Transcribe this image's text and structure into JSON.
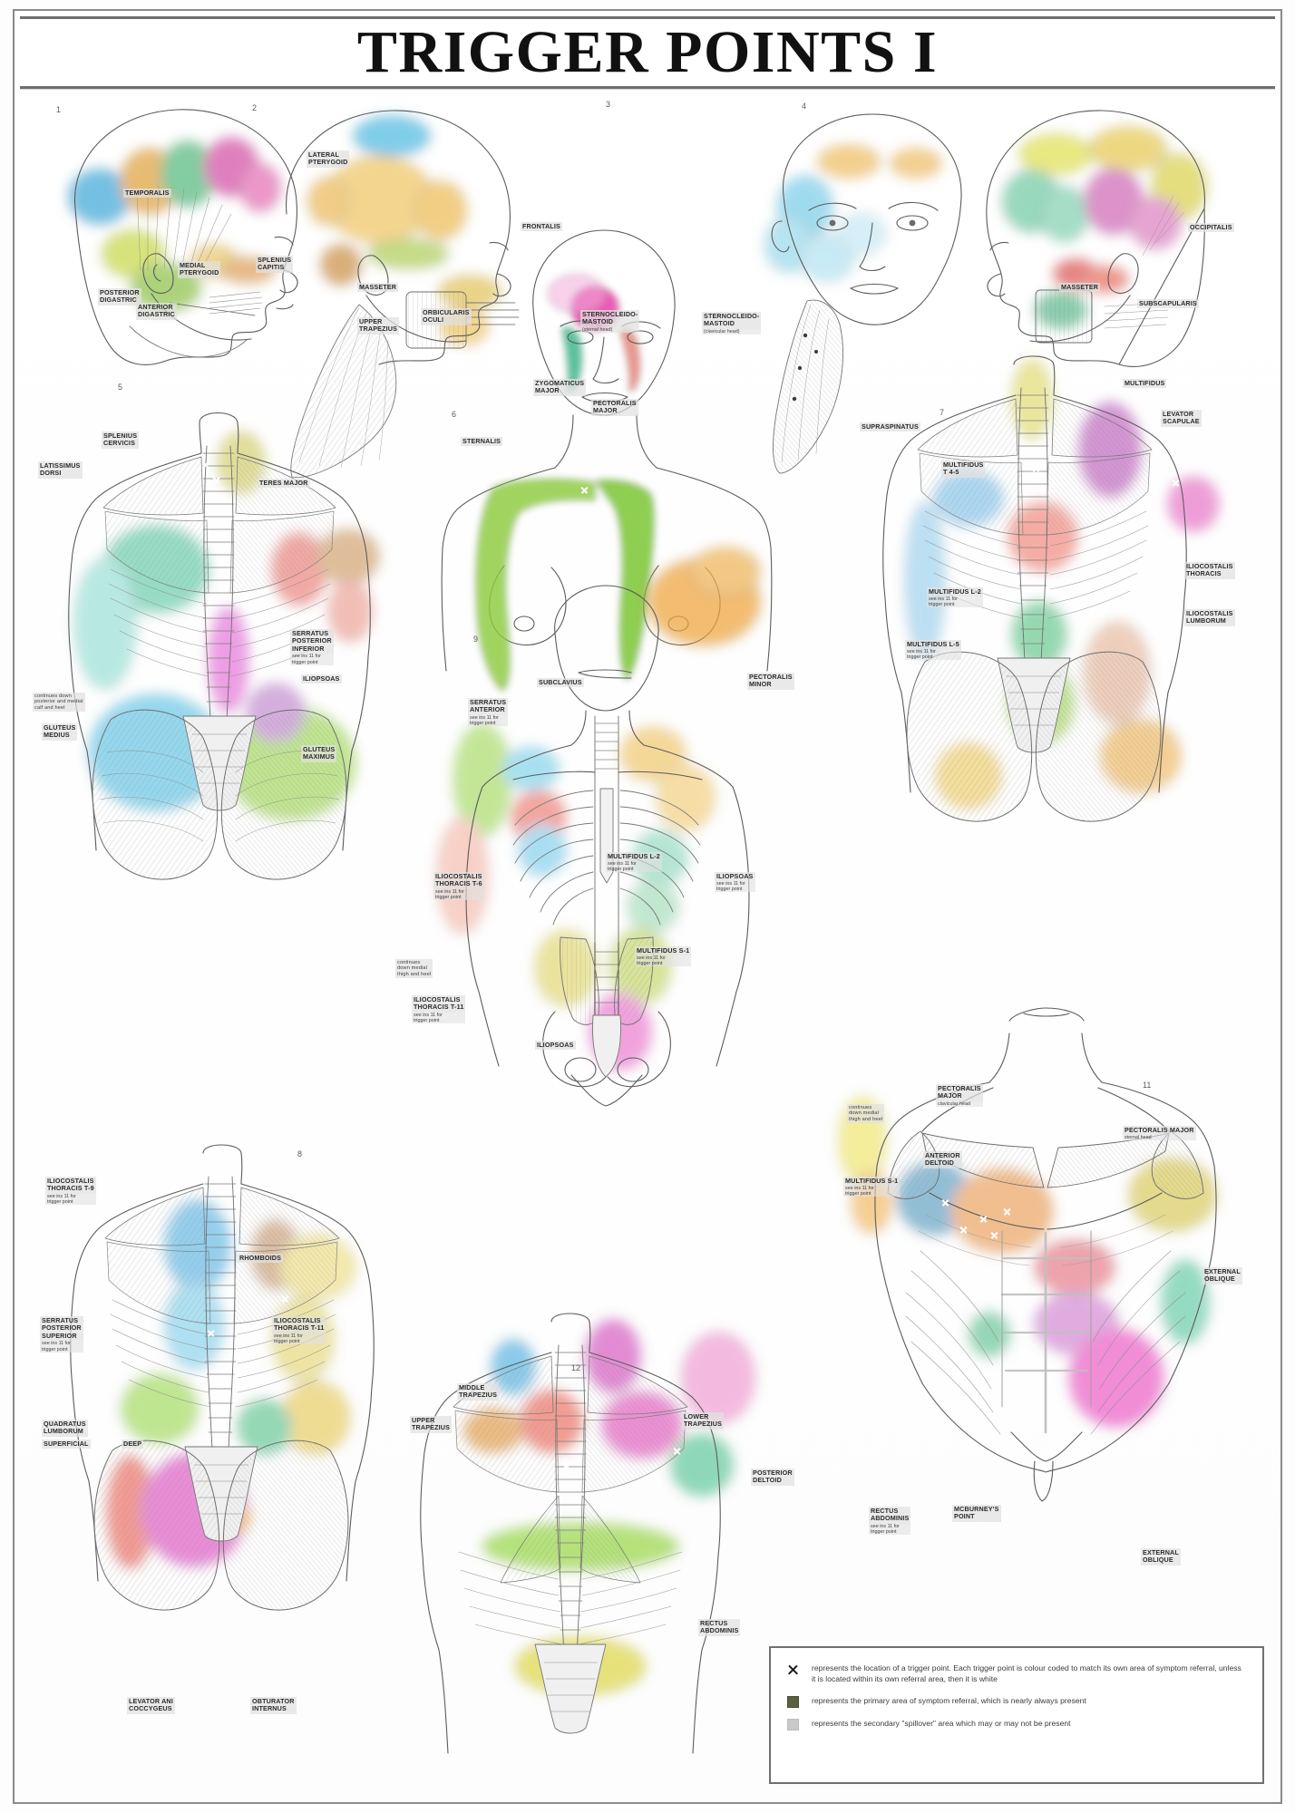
{
  "poster": {
    "title": "TRIGGER POINTS I"
  },
  "legend": {
    "rows": [
      {
        "symbol": "x-mark",
        "text": "represents the location of a trigger point. Each trigger point is colour coded to match its own area of symptom referral, unless it is located within its own referral area, then it is white"
      },
      {
        "symbol": "dark-square",
        "text": "represents the primary area of symptom referral, which is nearly always present"
      },
      {
        "symbol": "light-square",
        "text": "represents the secondary \"spillover\" area which may or may not be present"
      }
    ]
  },
  "panels": [
    {
      "number": "1",
      "title": "lateral-head-temporalis",
      "labels": [
        {
          "text": "TEMPORALIS"
        },
        {
          "text": "MEDIAL\nPTERYGOID"
        },
        {
          "text": "POSTERIOR\nDIGASTRIC"
        },
        {
          "text": "ANTERIOR\nDIGASTRIC"
        }
      ]
    },
    {
      "number": "2",
      "title": "lateral-head-pterygoid",
      "labels": [
        {
          "text": "LATERAL\nPTERYGOID"
        },
        {
          "text": "SPLENIUS\nCAPITIS"
        },
        {
          "text": "MASSETER"
        },
        {
          "text": "UPPER\nTRAPEZIUS"
        }
      ]
    },
    {
      "number": "3",
      "title": "anterior-face-sternocleidomastoid",
      "labels": [
        {
          "text": "STERNOCLEIDO-\nMASTOID",
          "note": "(sternal head)"
        },
        {
          "text": "STERNOCLEIDO-\nMASTOID",
          "note": "(clavicular head)"
        }
      ]
    },
    {
      "number": "4",
      "title": "lateral-head-occipitalis",
      "labels": [
        {
          "text": "OCCIPITALIS"
        },
        {
          "text": "MASSETER"
        },
        {
          "text": "SUBSCAPULARIS"
        }
      ]
    },
    {
      "number": "5",
      "title": "posterior-trunk-upper",
      "labels": [
        {
          "text": "SPLENIUS\nCERVICIS"
        },
        {
          "text": "LATISSIMUS\nDORSI"
        },
        {
          "text": "TERES MAJOR"
        },
        {
          "text": "SERRATUS\nPOSTERIOR\nINFERIOR",
          "note": "see ins 11 for\ntrigger point"
        },
        {
          "text": "ILIOPSOAS"
        },
        {
          "text": "GLUTEUS\nMEDIUS"
        },
        {
          "text": "GLUTEUS\nMAXIMUS"
        },
        {
          "text": "continues down\nposterior and medial\ncalf and heel"
        }
      ]
    },
    {
      "number": "6",
      "title": "anterior-chest-female",
      "labels": [
        {
          "text": "FRONTALIS"
        },
        {
          "text": "ORBICULARIS\nOCULI"
        },
        {
          "text": "ZYGOMATICUS\nMAJOR"
        },
        {
          "text": "STERNALIS"
        },
        {
          "text": "PECTORALIS\nMAJOR"
        }
      ]
    },
    {
      "number": "7",
      "title": "posterior-trunk-right",
      "labels": [
        {
          "text": "MULTIFIDUS"
        },
        {
          "text": "LEVATOR\nSCAPULAE"
        },
        {
          "text": "SUPRASPINATUS"
        },
        {
          "text": "MULTIFIDUS\nT 4-5"
        },
        {
          "text": "ILIOCOSTALIS\nTHORACIS"
        },
        {
          "text": "ILIOCOSTALIS\nLUMBORUM"
        },
        {
          "text": "MULTIFIDUS L-2",
          "note": "see ins 11 for\ntrigger point"
        },
        {
          "text": "MULTIFIDUS L-5",
          "note": "see ins 11 for\ntrigger point"
        }
      ]
    },
    {
      "number": "9",
      "title": "anterior-skeleton",
      "labels": [
        {
          "text": "SUBCLAVIUS"
        },
        {
          "text": "PECTORALIS\nMINOR"
        },
        {
          "text": "SERRATUS\nANTERIOR",
          "note": "see ins 11 for\ntrigger point"
        },
        {
          "text": "MULTIFIDUS L-2",
          "note": "see ins 11 for\ntrigger point"
        },
        {
          "text": "ILIOPSOAS",
          "note": "see ins 11 for\ntrigger point"
        },
        {
          "text": "ILIOCOSTALIS\nTHORACIS T-6",
          "note": "see ins 11 for\ntrigger point"
        },
        {
          "text": "ILIOCOSTALIS\nTHORACIS T-11",
          "note": "see ins 11 for\ntrigger point"
        },
        {
          "text": "MULTIFIDUS S-1",
          "note": "see ins 11 for\ntrigger point"
        },
        {
          "text": "ILIOPSOAS"
        },
        {
          "text": "continues\ndown medial\nthigh and heel"
        }
      ]
    },
    {
      "number": "8",
      "title": "posterior-trunk-lower-left",
      "labels": [
        {
          "text": "ILIOCOSTALIS\nTHORACIS T-9",
          "note": "see ins 11 for\ntrigger point"
        },
        {
          "text": "RHOMBOIDS"
        },
        {
          "text": "SERRATUS\nPOSTERIOR\nSUPERIOR",
          "note": "see ins 11 for\ntrigger point"
        },
        {
          "text": "ILIOCOSTALIS\nTHORACIS T-11",
          "note": "see ins 11 for\ntrigger point"
        },
        {
          "text": "QUADRATUS\nLUMBORUM"
        },
        {
          "text": "SUPERFICIAL"
        },
        {
          "text": "DEEP"
        },
        {
          "text": "LEVATOR ANI\nCOCCYGEUS"
        },
        {
          "text": "OBTURATOR\nINTERNUS"
        }
      ]
    },
    {
      "number": "12",
      "title": "posterior-trunk-trapezius",
      "labels": [
        {
          "text": "MIDDLE\nTRAPEZIUS"
        },
        {
          "text": "UPPER\nTRAPEZIUS"
        },
        {
          "text": "LOWER\nTRAPEZIUS"
        },
        {
          "text": "POSTERIOR\nDELTOID"
        },
        {
          "text": "RECTUS\nABDOMINIS"
        }
      ]
    },
    {
      "number": "11",
      "title": "anterior-trunk-male",
      "labels": [
        {
          "text": "PECTORALIS\nMAJOR",
          "note": "clavicular head"
        },
        {
          "text": "PECTORALIS MAJOR",
          "note": "sternal head"
        },
        {
          "text": "ANTERIOR\nDELTOID"
        },
        {
          "text": "EXTERNAL\nOBLIQUE"
        },
        {
          "text": "RECTUS\nABDOMINIS",
          "note": "see ins 11 for\ntrigger point"
        },
        {
          "text": "McBURNEY'S\nPOINT"
        },
        {
          "text": "EXTERNAL\nOBLIQUE"
        },
        {
          "text": "MULTIFIDUS S-1",
          "note": "see ins 11 for\ntrigger point"
        },
        {
          "text": "continues\ndown medial\nthigh and heel"
        }
      ]
    }
  ],
  "colors": {
    "referral_cyan": "#4ec8e8",
    "referral_green": "#56c27e",
    "referral_limegreen": "#9ed844",
    "referral_magenta": "#e040a8",
    "referral_pink": "#ef74b6",
    "referral_orange": "#f0a13c",
    "referral_yellow": "#e8d24a",
    "referral_red": "#e8594a",
    "referral_salmon": "#f1a08f",
    "referral_purple": "#a24fb0",
    "referral_blue": "#5aa8de",
    "referral_teal": "#49b9a6",
    "referral_tan": "#c49a6c",
    "referral_olive": "#9aa34a",
    "line_grey": "#6a6a6a",
    "muscle_grey": "#b9b9b9",
    "legend_primary": "#5b6040",
    "legend_spill": "#c9c9c9"
  }
}
